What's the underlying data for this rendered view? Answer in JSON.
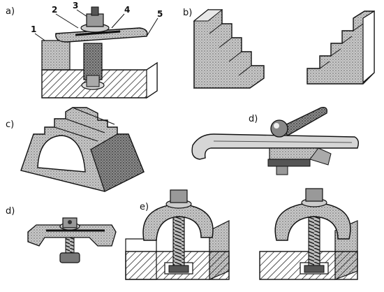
{
  "panel_labels": {
    "a": "a)",
    "b": "b)",
    "c": "c)",
    "d1": "d)",
    "d2": "d)",
    "e": "e)"
  },
  "part_numbers": {
    "n1": "1",
    "n2": "2",
    "n3": "3",
    "n4": "4",
    "n5": "5"
  },
  "colors": {
    "ink": "#111111",
    "shade": "#9a9a9a",
    "paper": "#ffffff"
  }
}
